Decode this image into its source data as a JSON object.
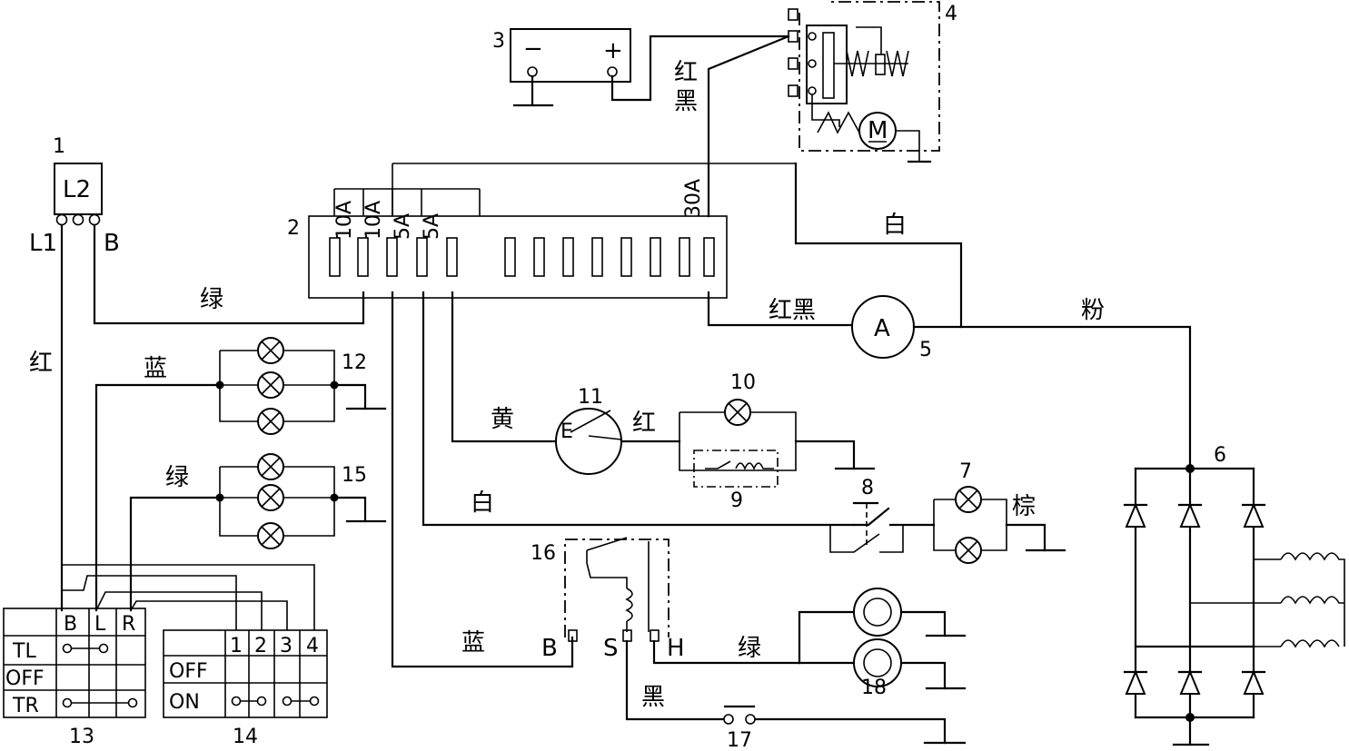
{
  "components": {
    "c1": "1",
    "c2": "2",
    "c3": "3",
    "c4": "4",
    "c5": "5",
    "c6": "6",
    "c7": "7",
    "c8": "8",
    "c9": "9",
    "c10": "10",
    "c11": "11",
    "c12": "12",
    "c13": "13",
    "c14": "14",
    "c15": "15",
    "c16": "16",
    "c17": "17",
    "c18": "18"
  },
  "module_label": "L2",
  "terminals": {
    "l1": "L1",
    "b": "B",
    "relay_b": "B",
    "relay_s": "S",
    "relay_h": "H"
  },
  "battery": {
    "minus": "−",
    "plus": "+"
  },
  "motor": "M",
  "ammeter": "A",
  "gauge": "E",
  "fuses": {
    "f1": "10A",
    "f2": "10A",
    "f3": "5A",
    "f4": "5A",
    "f_main": "30A"
  },
  "wire_colors": {
    "green_top": "绿",
    "red_left": "红",
    "blue_left": "蓝",
    "green_left": "绿",
    "red_black_top": "红黑",
    "white_top": "白",
    "red_black_amm": "红黑",
    "pink": "粉",
    "yellow": "黄",
    "red_gauge": "红",
    "white_mid": "白",
    "brown": "棕",
    "blue_bottom": "蓝",
    "green_bottom": "绿",
    "black": "黑"
  },
  "switch13": {
    "headers": [
      "B",
      "L",
      "R"
    ],
    "rows": [
      "TL",
      "OFF",
      "TR"
    ]
  },
  "switch14": {
    "headers": [
      "1",
      "2",
      "3",
      "4"
    ],
    "rows": [
      "OFF",
      "ON"
    ]
  }
}
